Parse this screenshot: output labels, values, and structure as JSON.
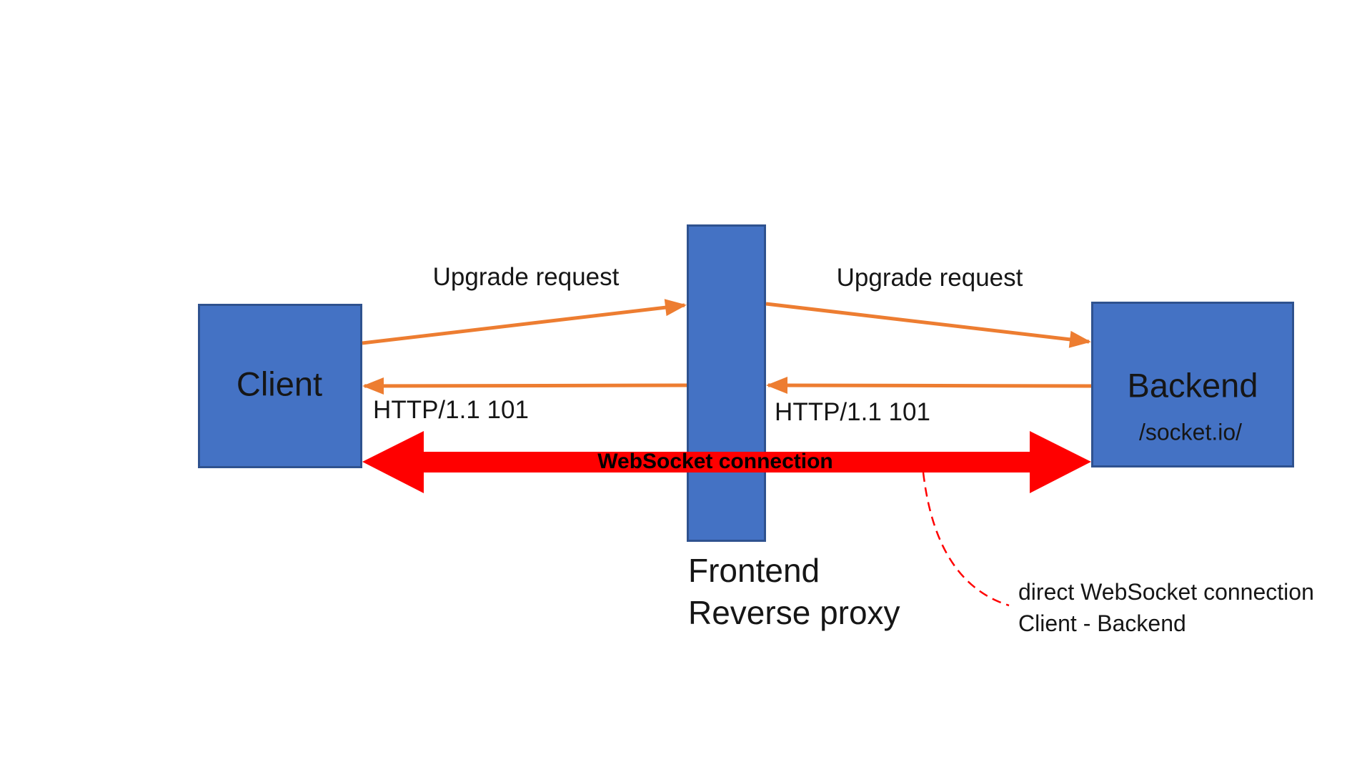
{
  "nodes": {
    "client": {
      "label": "Client"
    },
    "proxy": {
      "caption_line1": "Frontend",
      "caption_line2": "Reverse proxy"
    },
    "backend": {
      "label": "Backend",
      "sublabel": "/socket.io/"
    }
  },
  "flows": {
    "upgrade_left": "Upgrade request",
    "upgrade_right": "Upgrade request",
    "http101_left": "HTTP/1.1 101",
    "http101_right": "HTTP/1.1 101",
    "websocket": "WebSocket connection"
  },
  "annotation": {
    "line1": "direct WebSocket connection",
    "line2": "Client - Backend"
  },
  "colors": {
    "node_fill": "#4472C4",
    "node_border": "#2F528F",
    "arrow_orange": "#ED7D31",
    "arrow_red": "#FF0000",
    "text": "#161616",
    "background": "#FFFFFF"
  }
}
